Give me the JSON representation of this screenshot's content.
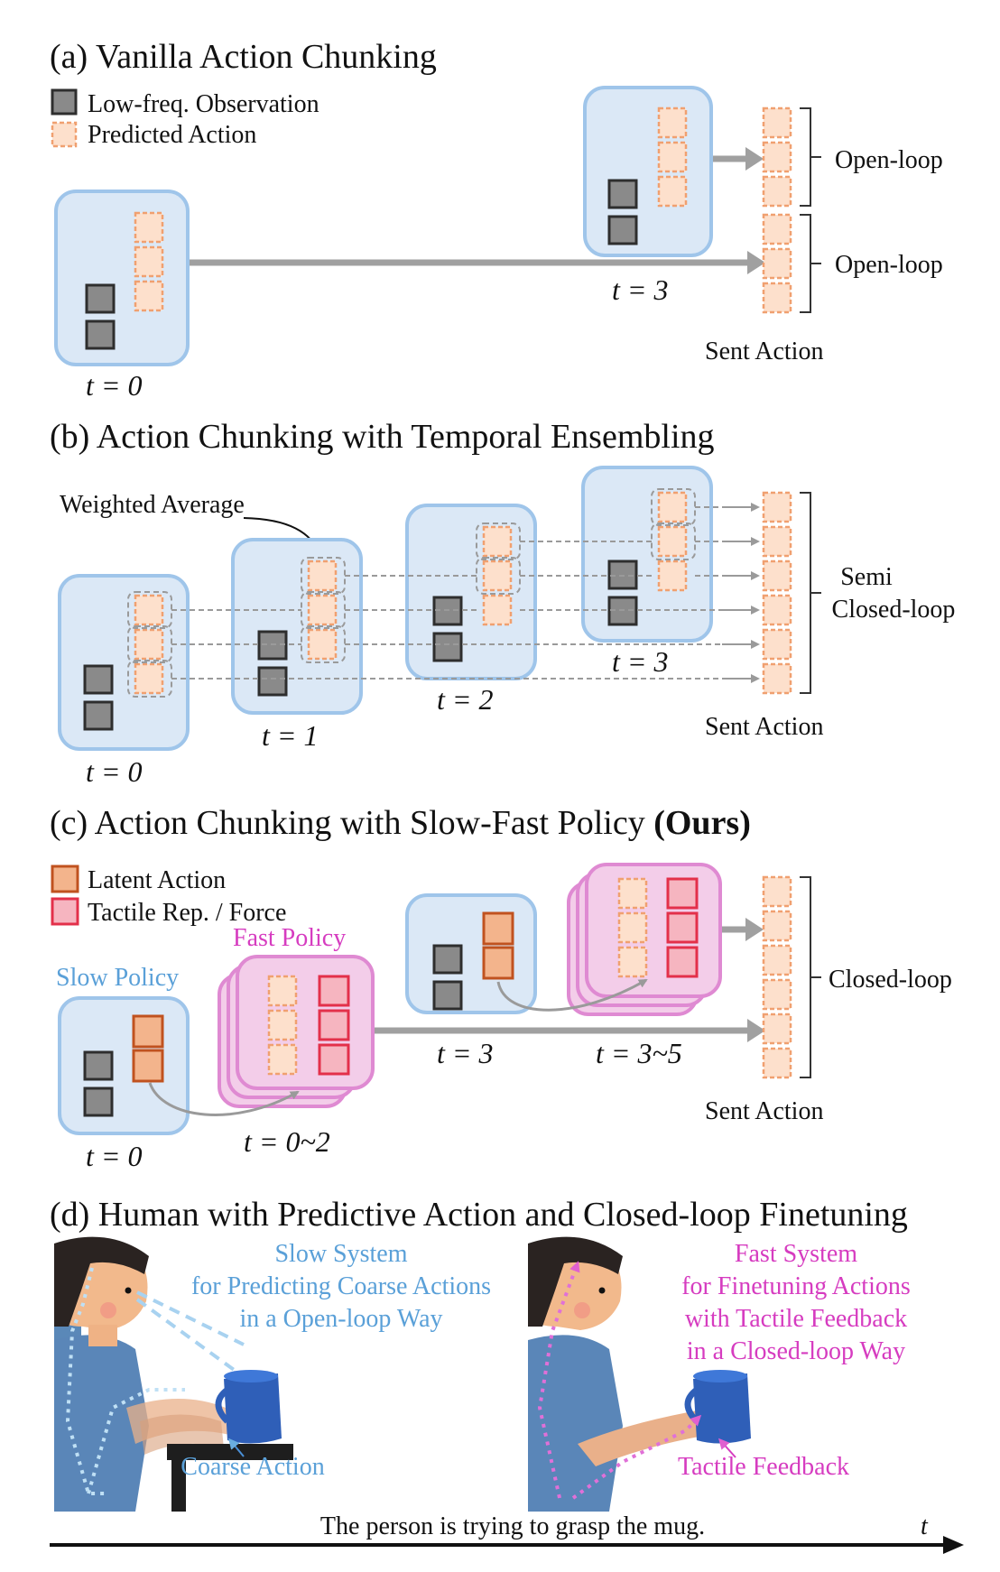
{
  "colors": {
    "box_fill": "#dbe8f6",
    "box_stroke": "#9fc5ea",
    "obs_fill": "#8a8a8a",
    "obs_stroke": "#2e2e2e",
    "pred_fill": "#fde0cc",
    "pred_stroke": "#f0a070",
    "latent_fill": "#f3b48c",
    "latent_stroke": "#c0521f",
    "tactile_fill": "#f6b5c0",
    "tactile_stroke": "#e3304a",
    "fast_box_fill": "#f3cde9",
    "fast_box_stroke": "#df8ad2",
    "slow_text": "#5aa0d8",
    "fast_text": "#d63cc0"
  },
  "panel_a": {
    "title": "(a) Vanilla Action Chunking",
    "legend": [
      "Low-freq. Observation",
      "Predicted Action"
    ],
    "time_labels": [
      "t = 0",
      "t = 3"
    ],
    "brace_labels": [
      "Open-loop",
      "Open-loop"
    ],
    "sent": "Sent Action"
  },
  "panel_b": {
    "title": "(b) Action Chunking with Temporal Ensembling",
    "annotation": "Weighted Average",
    "time_labels": [
      "t = 0",
      "t = 1",
      "t = 2",
      "t = 3"
    ],
    "brace_label": [
      "Semi",
      "Closed-loop"
    ],
    "sent": "Sent Action"
  },
  "panel_c": {
    "title_main": "(c) Action Chunking with Slow-Fast Policy ",
    "title_bold": "(Ours)",
    "legend": [
      "Latent Action",
      "Tactile Rep. / Force"
    ],
    "slow_label": "Slow Policy",
    "fast_label": "Fast Policy",
    "time_labels": [
      "t = 0",
      "t = 0~2",
      "t = 3",
      "t = 3~5"
    ],
    "brace_label": "Closed-loop",
    "sent": "Sent Action"
  },
  "panel_d": {
    "title": "(d) Human with Predictive Action and Closed-loop Finetuning",
    "slow_caption": [
      "Slow System",
      "for Predicting Coarse Actions",
      "in a Open-loop Way"
    ],
    "fast_caption": [
      "Fast System",
      "for Finetuning Actions",
      "with Tactile Feedback",
      "in a Closed-loop Way"
    ],
    "coarse_label": "Coarse Action",
    "tactile_label": "Tactile Feedback",
    "timeline_text": "The person is trying to grasp the mug.",
    "timeline_axis": "t"
  }
}
